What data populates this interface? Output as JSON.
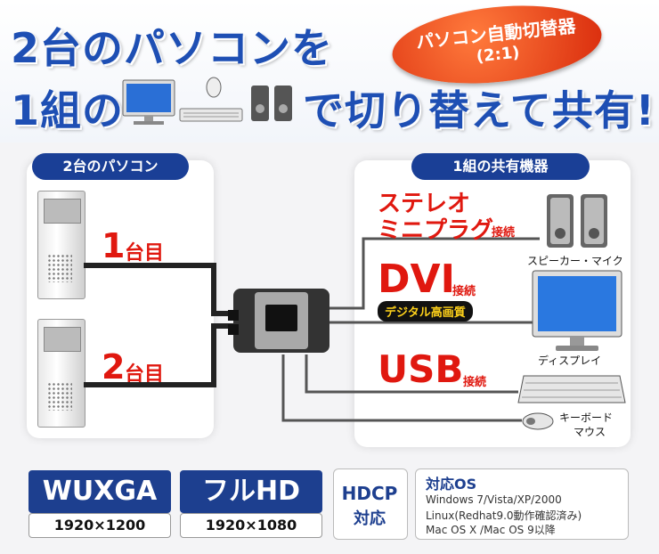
{
  "headline": {
    "line1": "2台のパソコンを",
    "line2_part1": "1組の",
    "line2_part2": "で切り替えて共有!!"
  },
  "badge": {
    "line1": "パソコン自動切替器",
    "line2": "(2:1)"
  },
  "left_panel": {
    "title": "2台のパソコン",
    "pc1_num": "1",
    "pc1_unit": "台目",
    "pc2_num": "2",
    "pc2_unit": "台目"
  },
  "right_panel": {
    "title": "1組の共有機器",
    "stereo_line1": "ステレオ",
    "stereo_line2": "ミニプラグ",
    "setsuzoku1": "接続",
    "speaker_label": "スピーカー・マイク",
    "dvi": "DVI",
    "setsuzoku2": "接続",
    "dvi_badge": "デジタル高画質",
    "display_label": "ディスプレイ",
    "usb": "USB",
    "setsuzoku3": "接続",
    "kbd_label": "キーボード",
    "mouse_label": "マウス"
  },
  "specs": {
    "wuxga": "WUXGA",
    "wuxga_res": "1920×1200",
    "fullhd": "フルHD",
    "fullhd_res": "1920×1080",
    "hdcp_line1": "HDCP",
    "hdcp_line2": "対応",
    "os_title": "対応OS",
    "os_line1": "Windows 7/Vista/XP/2000",
    "os_line2": "Linux(Redhat9.0動作確認済み)",
    "os_line3": "Mac OS X /Mac OS 9以降"
  },
  "colors": {
    "blue": "#1e4fb4",
    "navy": "#1a3f96",
    "red": "#e0180f",
    "badge": "#e5401a"
  }
}
